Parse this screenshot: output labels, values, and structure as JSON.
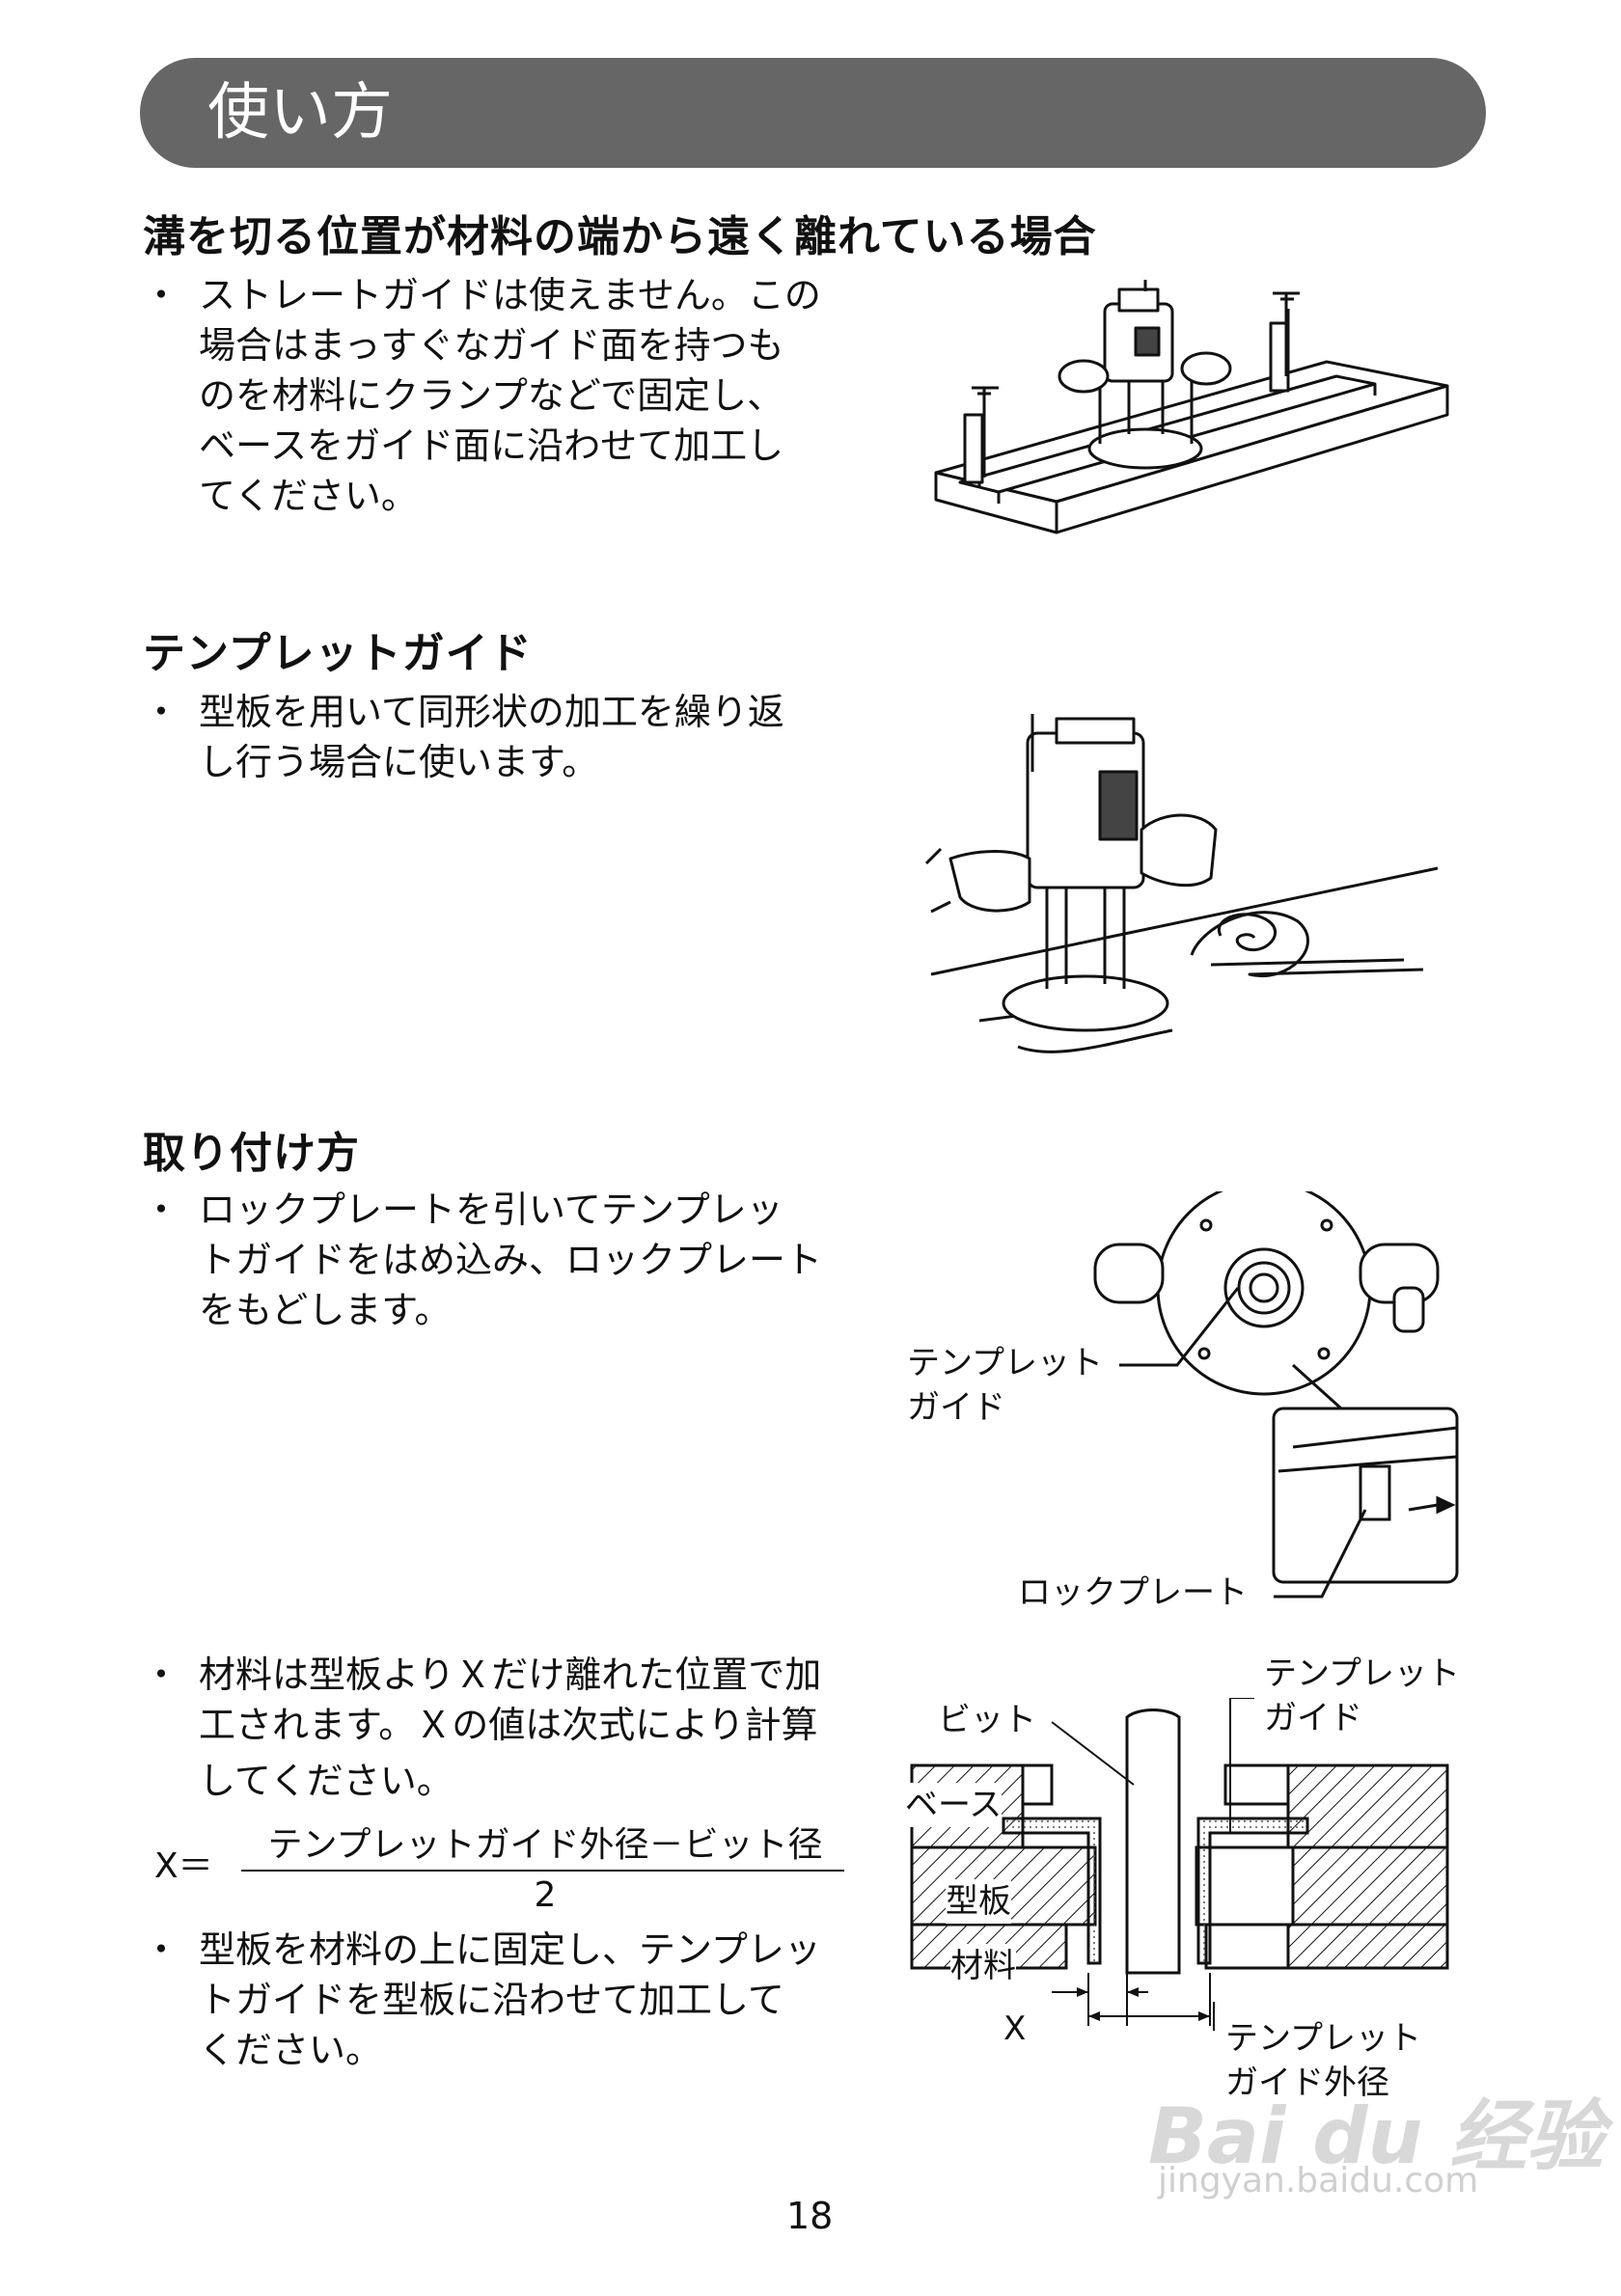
{
  "header": {
    "title": "使い方"
  },
  "section1": {
    "heading": "溝を切る位置が材料の端から遠く離れている場合",
    "bullet": "・",
    "lines": [
      "ストレートガイドは使えません。この",
      "場合はまっすぐなガイド面を持つも",
      "のを材料にクランプなどで固定し、",
      "ベースをガイド面に沿わせて加工し",
      "てください。"
    ]
  },
  "section2": {
    "heading": "テンプレットガイド",
    "bullet": "・",
    "lines": [
      "型板を用いて同形状の加工を繰り返",
      "し行う場合に使います。"
    ]
  },
  "section3": {
    "heading": "取り付け方",
    "bullet": "・",
    "lines": [
      "ロックプレートを引いてテンプレッ",
      "トガイドをはめ込み、ロックプレート",
      "をもどします。"
    ],
    "fig_labels": {
      "guide_1": "テンプレット",
      "guide_2": "ガイド",
      "lock": "ロックプレート"
    }
  },
  "section4": {
    "bullet": "・",
    "lines": [
      "材料は型板よりＸだけ離れた位置で加",
      "工されます。Ｘの値は次式により計算",
      "してください。"
    ],
    "formula": {
      "lhs": "X＝",
      "numerator": "テンプレットガイド外径－ビット径",
      "denominator": "2"
    },
    "bullet2_lines": [
      "型板を材料の上に固定し、テンプレッ",
      "トガイドを型板に沿わせて加工して",
      "ください。"
    ],
    "fig_labels": {
      "bit": "ビット",
      "guide_1": "テンプレット",
      "guide_2": "ガイド",
      "base": "ベース",
      "template": "型板",
      "material": "材料",
      "x": "X",
      "outer_1": "テンプレット",
      "outer_2": "ガイド外径"
    }
  },
  "page_number": "18",
  "watermark": {
    "brand": "Bai du 经验",
    "url": "jingyan.baidu.com"
  }
}
